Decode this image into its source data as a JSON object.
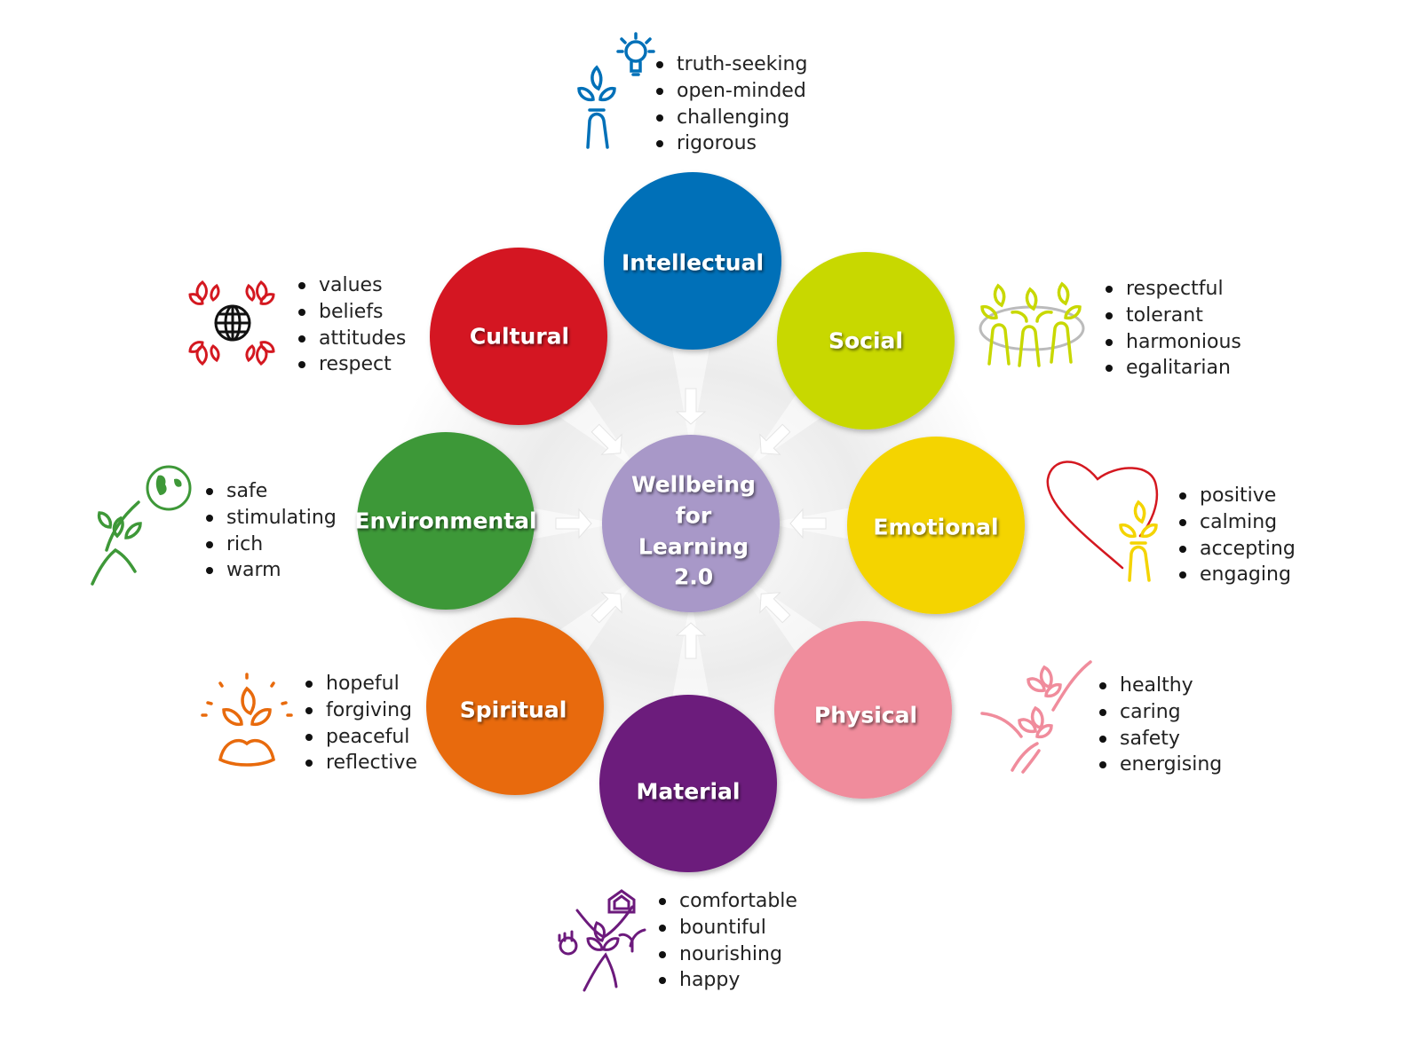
{
  "center": {
    "lines": [
      "Wellbeing",
      "for",
      "Learning",
      "2.0"
    ],
    "color": "#a898c8"
  },
  "dimensions": [
    {
      "key": "intellectual",
      "label": "Intellectual",
      "color": "#0070b8",
      "icon": "lightbulb-figure-icon",
      "items": [
        "truth-seeking",
        "open-minded",
        "challenging",
        "rigorous"
      ]
    },
    {
      "key": "social",
      "label": "Social",
      "color": "#c8d800",
      "icon": "group-of-figures-icon",
      "items": [
        "respectful",
        "tolerant",
        "harmonious",
        "egalitarian"
      ]
    },
    {
      "key": "emotional",
      "label": "Emotional",
      "color": "#f4d400",
      "icon": "heart-figure-icon",
      "items": [
        "positive",
        "calming",
        "accepting",
        "engaging"
      ]
    },
    {
      "key": "physical",
      "label": "Physical",
      "color": "#f08c9c",
      "icon": "leaping-figure-icon",
      "items": [
        "healthy",
        "caring",
        "safety",
        "energising"
      ]
    },
    {
      "key": "material",
      "label": "Material",
      "color": "#6c1a7c",
      "icon": "house-and-money-figure-icon",
      "items": [
        "comfortable",
        "bountiful",
        "nourishing",
        "happy"
      ]
    },
    {
      "key": "spiritual",
      "label": "Spiritual",
      "color": "#e86a0c",
      "icon": "meditating-figure-icon",
      "items": [
        "hopeful",
        "forgiving",
        "peaceful",
        "reflective"
      ]
    },
    {
      "key": "environmental",
      "label": "Environmental",
      "color": "#3e9838",
      "icon": "globe-figure-icon",
      "items": [
        "safe",
        "stimulating",
        "rich",
        "warm"
      ]
    },
    {
      "key": "cultural",
      "label": "Cultural",
      "color": "#d41820",
      "icon": "globe-with-leaves-icon",
      "items": [
        "values",
        "beliefs",
        "attitudes",
        "respect"
      ]
    }
  ]
}
